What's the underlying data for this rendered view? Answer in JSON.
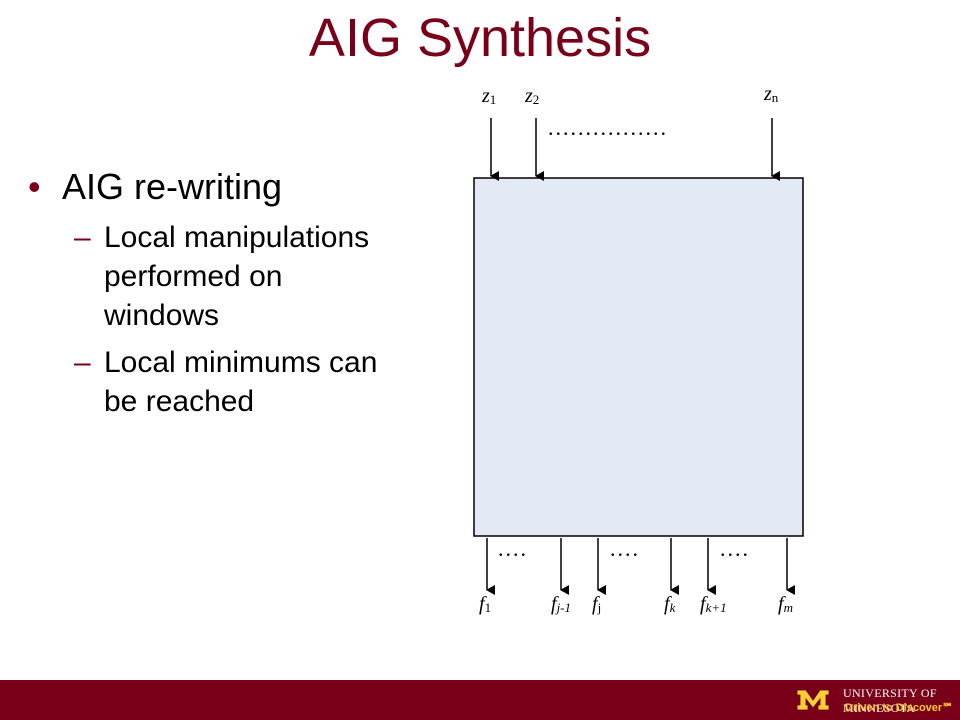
{
  "slide": {
    "title": "AIG Synthesis"
  },
  "bullets": {
    "main": "AIG re-writing",
    "sub": [
      "Local manipulations performed on windows",
      "Local minimums can be reached"
    ]
  },
  "diagram": {
    "inputs": [
      {
        "var": "z",
        "sub": "1"
      },
      {
        "var": "z",
        "sub": "2"
      },
      {
        "var": "z",
        "sub": "n"
      }
    ],
    "input_ellipsis": "................",
    "outputs": [
      {
        "var": "f",
        "sub": "1"
      },
      {
        "var": "f",
        "sub": "j-1"
      },
      {
        "var": "f",
        "sub": "j"
      },
      {
        "var": "f",
        "sub": "k"
      },
      {
        "var": "f",
        "sub": "k+1"
      },
      {
        "var": "f",
        "sub": "m"
      }
    ],
    "output_ellipsis": [
      "....",
      "....",
      "...."
    ],
    "box_fill": "#e4eaf5"
  },
  "footer": {
    "university": "UNIVERSITY OF MINNESOTA",
    "tagline": "Driven to Discover℠"
  },
  "colors": {
    "maroon": "#7a0019",
    "gold": "#ffcc33"
  }
}
